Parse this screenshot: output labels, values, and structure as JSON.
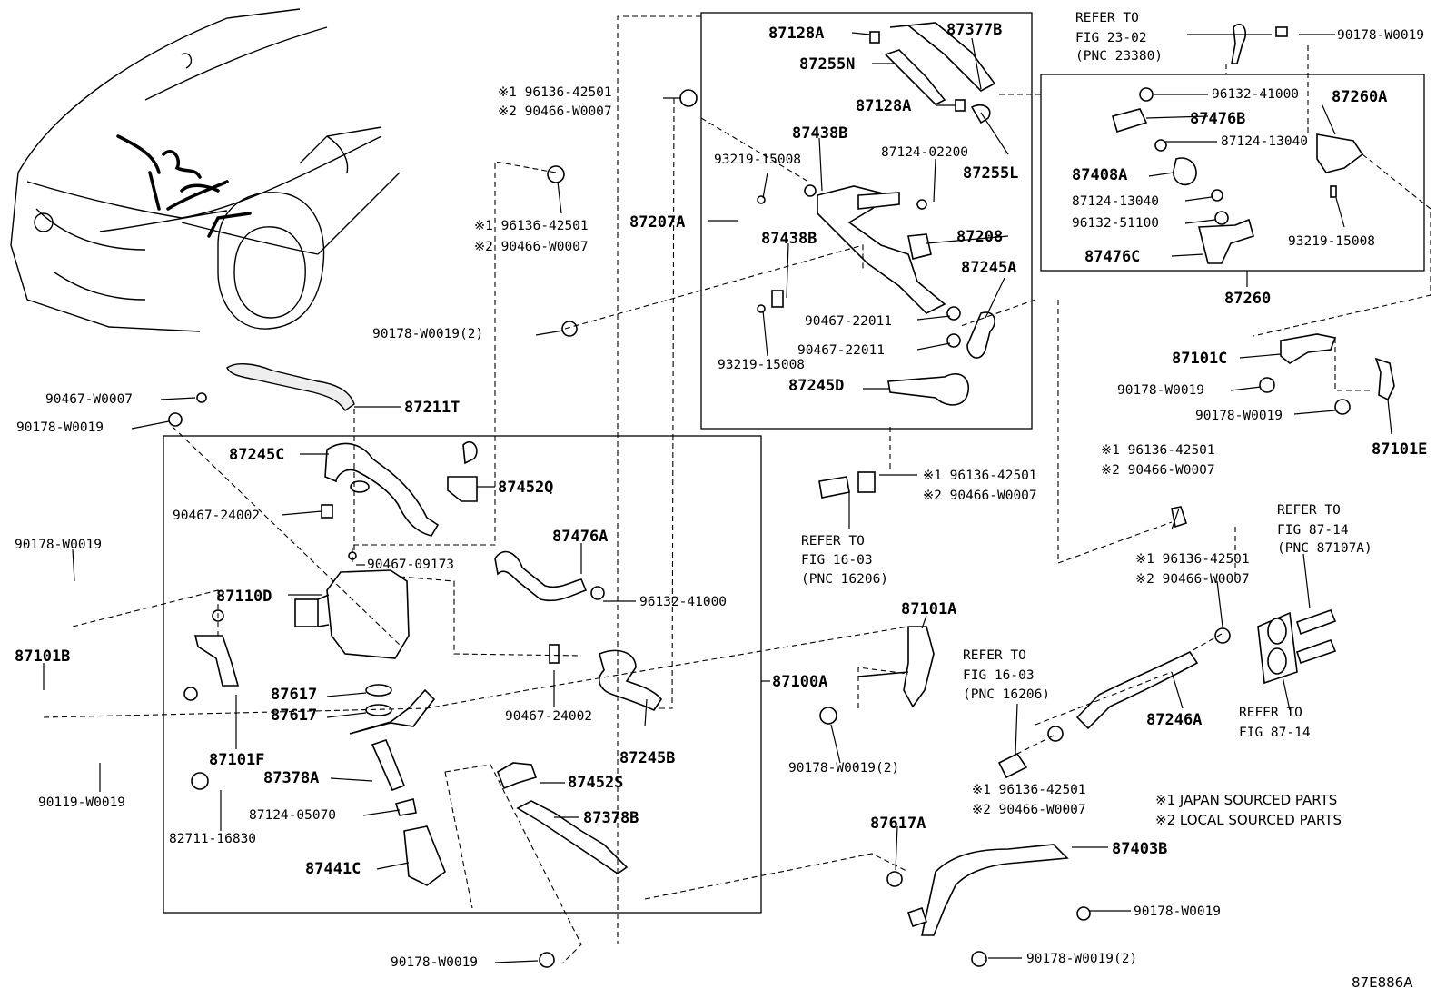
{
  "diagram_id": "87E886A",
  "notes": [
    "※1 JAPAN SOURCED PARTS",
    "※2 LOCAL SOURCED PARTS"
  ],
  "groups": {
    "g87207A": "87207A",
    "g87260": "87260",
    "g87100A": "87100A"
  },
  "refs": {
    "fig23": [
      "REFER TO",
      "FIG 23-02",
      "(PNC 23380)"
    ],
    "fig16a": [
      "REFER TO",
      "FIG 16-03",
      "(PNC 16206)"
    ],
    "fig16b": [
      "REFER TO",
      "FIG 16-03",
      "(PNC 16206)"
    ],
    "fig87a": [
      "REFER TO",
      "FIG 87-14",
      "(PNC 87107A)"
    ],
    "fig87b": [
      "REFER TO",
      "FIG 87-14"
    ]
  },
  "labels": {
    "p87128A_1": "87128A",
    "p87377B": "87377B",
    "p87255N": "87255N",
    "p87128A_2": "87128A",
    "p87438B_1": "87438B",
    "p93219_1": "93219-15008",
    "p87124_02200": "87124-02200",
    "p87255L": "87255L",
    "p87438B_2": "87438B",
    "p87208": "87208",
    "p87245A": "87245A",
    "p90467_22011a": "90467-22011",
    "p93219_2": "93219-15008",
    "p90467_22011b": "90467-22011",
    "p87245D": "87245D",
    "s1_top": "※1 96136-42501",
    "s2_top": "※2 90466-W0007",
    "s1_mid": "※1 96136-42501",
    "s2_mid": "※2 90466-W0007",
    "p90178_2a": "90178-W0019(2)",
    "p90467_W0007": "90467-W0007",
    "p87211T": "87211T",
    "p90178_left": "90178-W0019",
    "p87245C": "87245C",
    "p87452Q": "87452Q",
    "p90467_24002a": "90467-24002",
    "p90467_09173": "90467-09173",
    "p87476A": "87476A",
    "p96132_41000b": "96132-41000",
    "p87110D": "87110D",
    "p90178_far": "90178-W0019",
    "p87101B": "87101B",
    "p87617a": "87617",
    "p87617b": "87617",
    "p90467_24002b": "90467-24002",
    "p87245B": "87245B",
    "p87101F": "87101F",
    "p87378A": "87378A",
    "p87452S": "87452S",
    "p87124_05070": "87124-05070",
    "p87378B": "87378B",
    "p82711": "82711-16830",
    "p90119": "90119-W0019",
    "p87441C": "87441C",
    "p90178_bot": "90178-W0019",
    "p87100A": "87100A",
    "p90178_tr": "90178-W0019",
    "p96132_41000a": "96132-41000",
    "p87260A": "87260A",
    "p87476B": "87476B",
    "p87124_13040a": "87124-13040",
    "p87408A": "87408A",
    "p87124_13040b": "87124-13040",
    "p96132_51100": "96132-51100",
    "p87476C": "87476C",
    "p93219_3": "93219-15008",
    "p87101C": "87101C",
    "p90178_r1": "90178-W0019",
    "p90178_r2": "90178-W0019",
    "p87101E": "87101E",
    "s1_r1": "※1 96136-42501",
    "s2_r1": "※2 90466-W0007",
    "s1_r2": "※1 96136-42501",
    "s2_r2": "※2 90466-W0007",
    "s1_r3": "※1 96136-42501",
    "s2_r3": "※2 90466-W0007",
    "s1_r4": "※1 96136-42501",
    "s2_r4": "※2 90466-W0007",
    "p87101A": "87101A",
    "p90178_2b": "90178-W0019(2)",
    "p87246A": "87246A",
    "p87617A": "87617A",
    "p87403B": "87403B",
    "p90178_br": "90178-W0019",
    "p90178_2c": "90178-W0019(2)"
  }
}
